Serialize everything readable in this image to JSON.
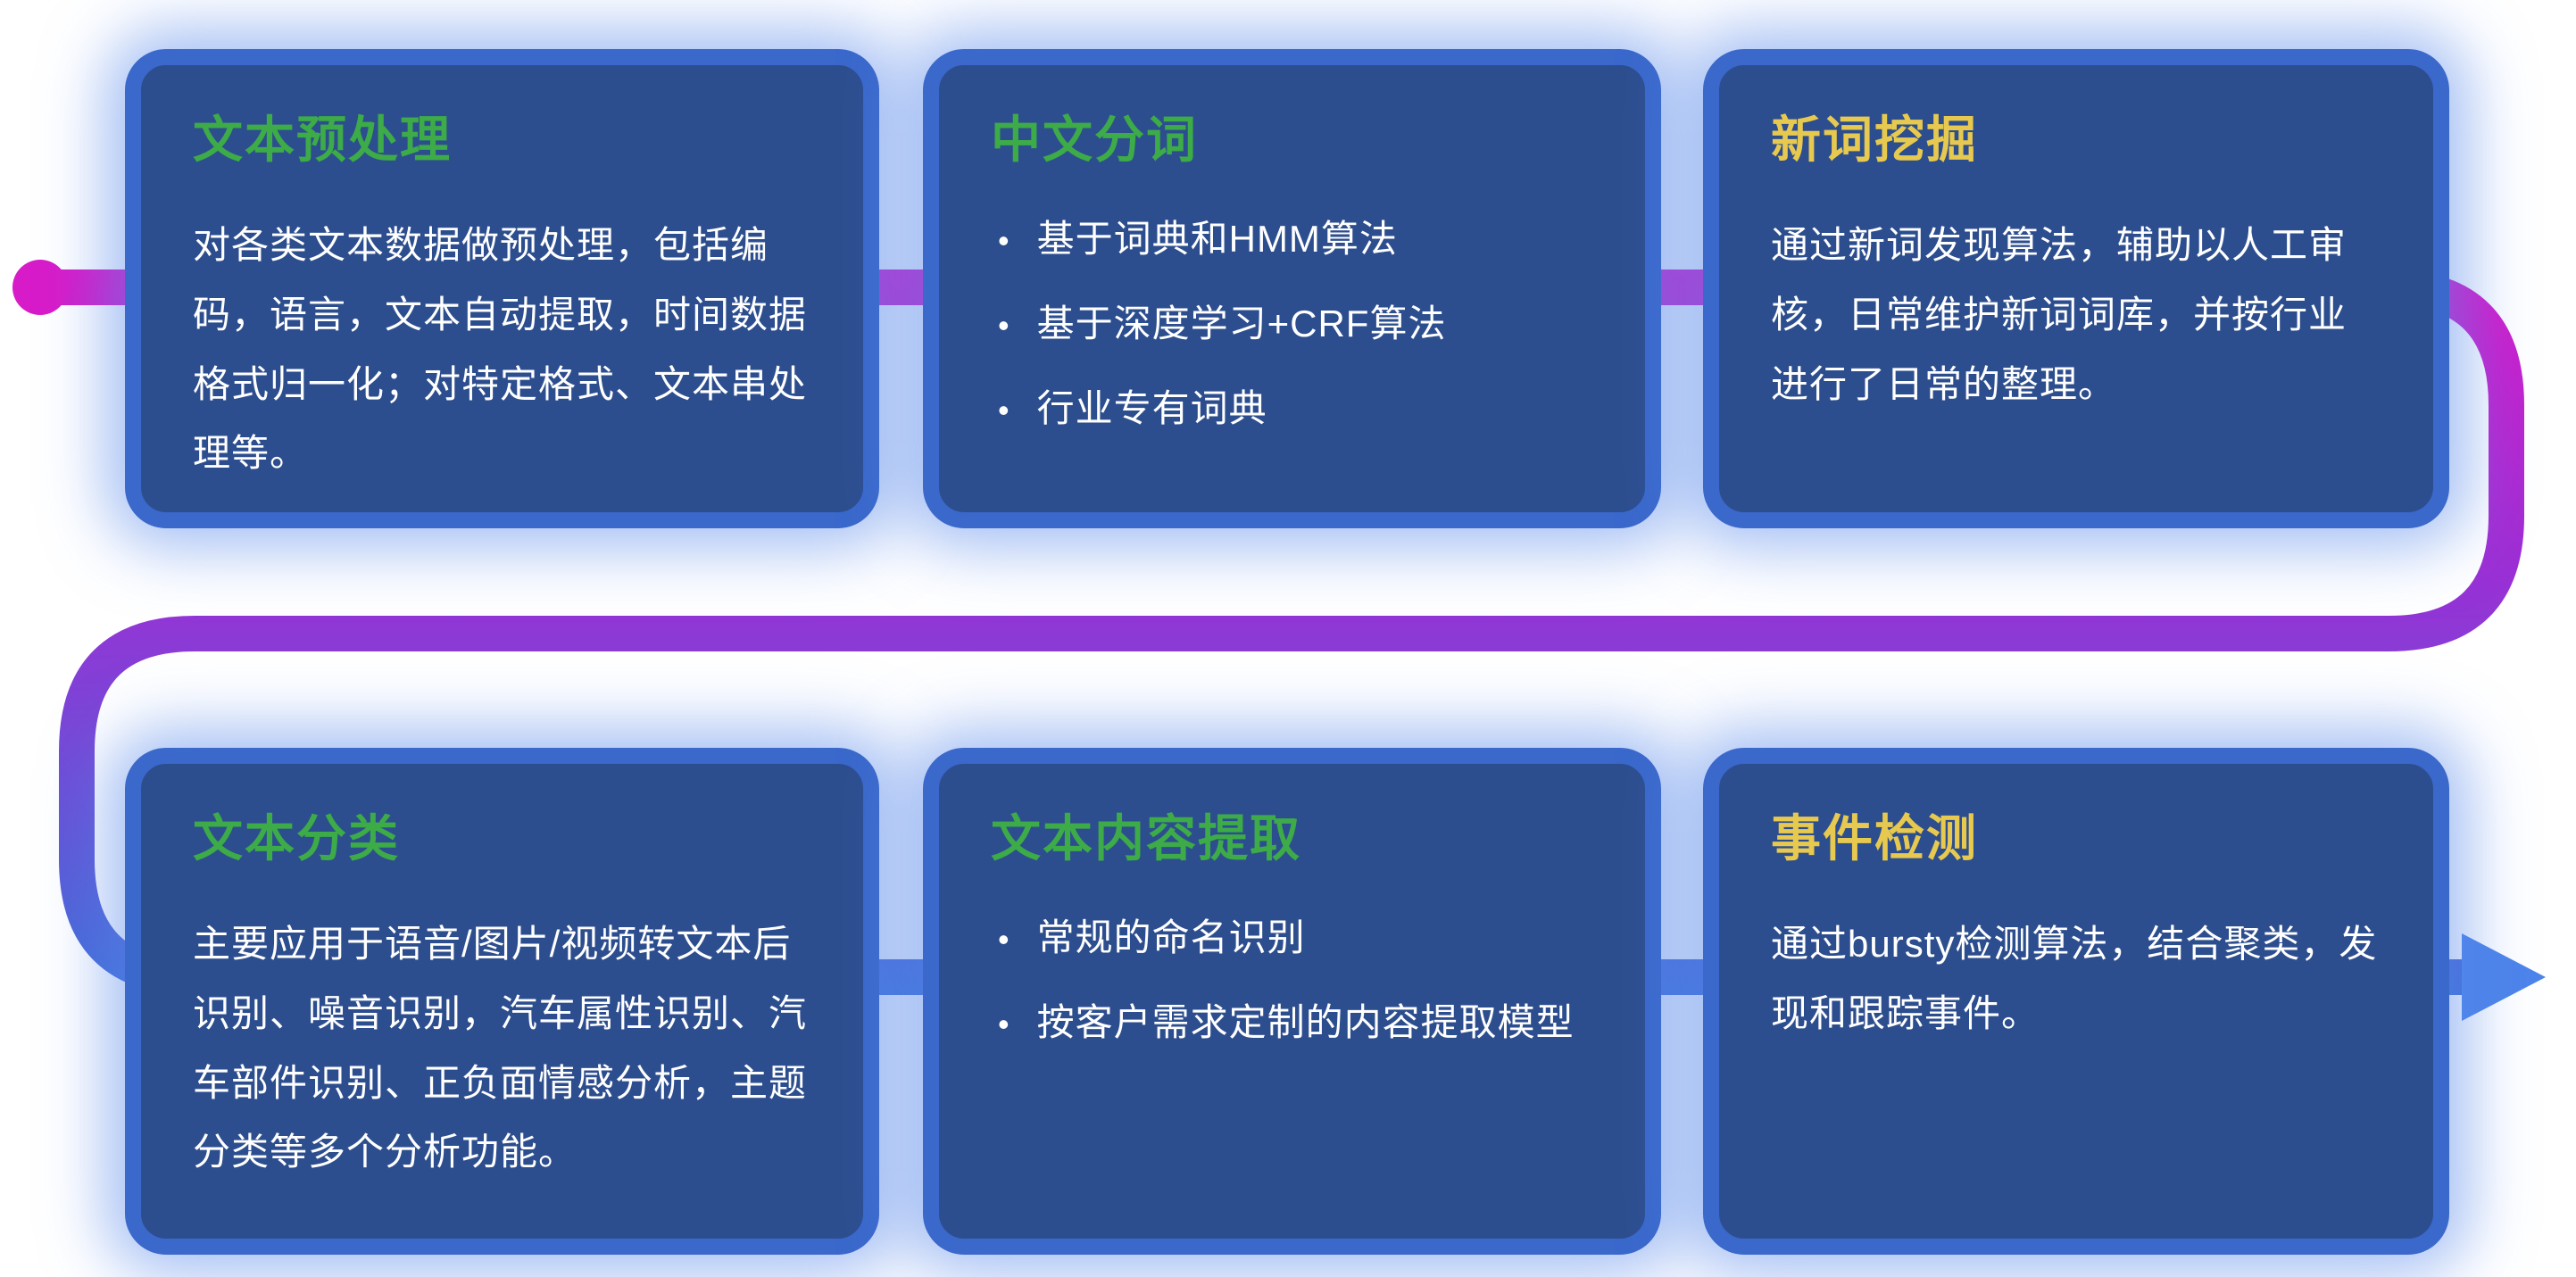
{
  "cards": [
    {
      "title": "文本预处理",
      "body": "对各类文本数据做预处理，包括编码，语言，文本自动提取，时间数据格式归一化；对特定格式、文本串处理等。"
    },
    {
      "title": "中文分词",
      "bullets": [
        "基于词典和HMM算法",
        "基于深度学习+CRF算法",
        "行业专有词典"
      ]
    },
    {
      "title": "新词挖掘",
      "body": "通过新词发现算法，辅助以人工审核，日常维护新词词库，并按行业进行了日常的整理。"
    },
    {
      "title": "文本分类",
      "body": "主要应用于语音/图片/视频转文本后识别、噪音识别，汽车属性识别、汽车部件识别、正负面情感分析，主题分类等多个分析功能。"
    },
    {
      "title": "文本内容提取",
      "bullets": [
        "常规的命名识别",
        "按客户需求定制的内容提取模型"
      ]
    },
    {
      "title": "事件检测",
      "body": "通过bursty检测算法，结合聚类，发现和跟踪事件。"
    }
  ],
  "colors": {
    "card_background": "#2d4e8e",
    "card_border": "#3a68cb",
    "card_glow": "#5889ea",
    "title_green": "#3cab48",
    "title_yellow": "#e7c94f",
    "body_text": "#ffffff",
    "flow_magenta": "#d81bc9",
    "flow_purple": "#9a30d5",
    "flow_blue": "#3e70d8",
    "arrow_blue": "#4d84ea"
  }
}
